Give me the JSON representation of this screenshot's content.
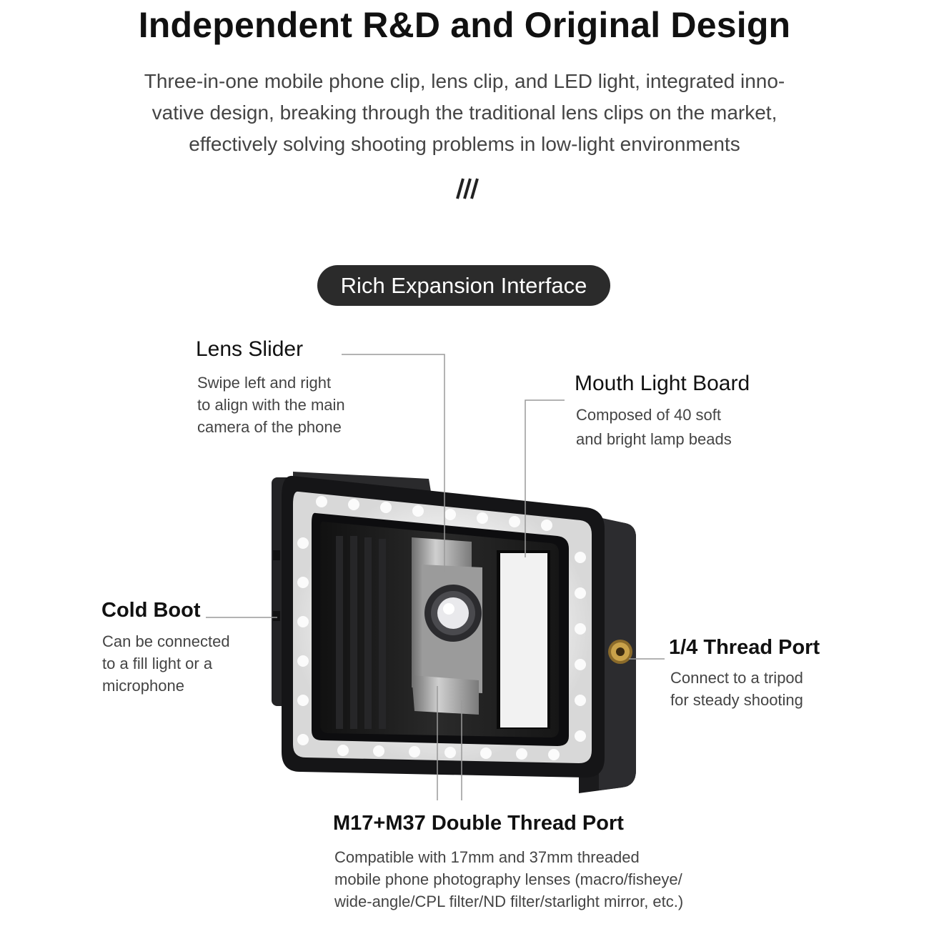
{
  "header": {
    "title": "Independent R&D and Original Design",
    "intro_lines": [
      "Three-in-one mobile phone clip, lens clip, and LED light, integrated inno-",
      "vative design, breaking through the traditional lens clips on the market,",
      "effectively solving shooting problems in low-light environments"
    ],
    "divider_glyph": "///"
  },
  "section_badge": "Rich Expansion Interface",
  "callouts": {
    "lens_slider": {
      "title": "Lens Slider",
      "lines": [
        "Swipe left and right",
        "to align with the main",
        "camera of the phone"
      ]
    },
    "mouth_light": {
      "title": "Mouth Light Board",
      "lines": [
        "Composed of 40 soft",
        "and bright lamp beads"
      ]
    },
    "cold_boot": {
      "title": "Cold Boot",
      "lines": [
        "Can be connected",
        "to a fill light or a",
        "microphone"
      ]
    },
    "thread_quarter": {
      "title": "1/4 Thread Port",
      "lines": [
        "Connect to a tripod",
        "for steady shooting"
      ]
    },
    "double_thread": {
      "title": "M17+M37 Double Thread Port",
      "lines": [
        "Compatible with 17mm and 37mm threaded",
        "mobile phone photography lenses (macro/fisheye/",
        "wide-angle/CPL filter/ND filter/starlight mirror, etc.)"
      ]
    }
  },
  "colors": {
    "badge_bg": "#2b2b2b",
    "leader_line": "#9a9a9a",
    "device_body": "#1c1c1e",
    "led_glow": "#ffffff",
    "brass_port": "#c9a24a"
  },
  "icons": {
    "device": "phone-clip-led-illustration"
  }
}
